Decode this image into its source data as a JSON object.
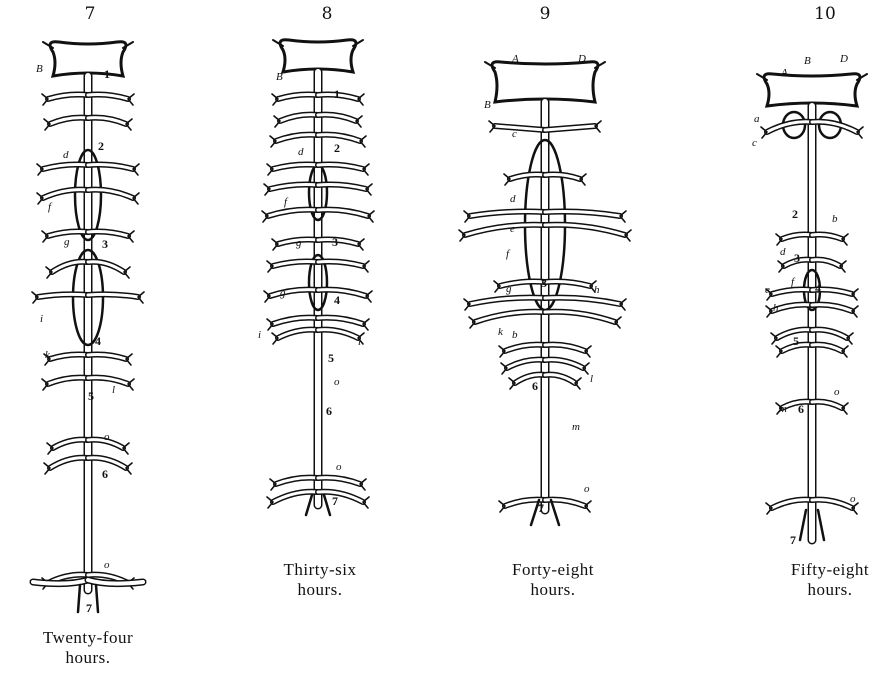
{
  "figures": [
    {
      "number": "7",
      "caption": [
        "Twenty-four",
        "hours."
      ],
      "labels": [
        "B",
        "1",
        "d",
        "2",
        "f",
        "g",
        "3",
        "i",
        "k",
        "4",
        "l",
        "5",
        "o",
        "6",
        "o",
        "7"
      ]
    },
    {
      "number": "8",
      "caption": [
        "Thirty-six",
        "hours."
      ],
      "labels": [
        "B",
        "1",
        "d",
        "2",
        "f",
        "g",
        "3",
        "g",
        "4",
        "i",
        "5",
        "l",
        "o",
        "6",
        "o",
        "7"
      ]
    },
    {
      "number": "9",
      "caption": [
        "Forty-eight",
        "hours."
      ],
      "labels": [
        "A",
        "D",
        "B",
        "c",
        "d",
        "e",
        "f",
        "g",
        "3",
        "h",
        "k",
        "b",
        "l",
        "6",
        "m",
        "o",
        "7"
      ]
    },
    {
      "number": "10",
      "caption": [
        "Fifty-eight",
        "hours."
      ],
      "labels": [
        "A",
        "B",
        "D",
        "a",
        "c",
        "2",
        "b",
        "d",
        "3",
        "f",
        "4",
        "e",
        "h",
        "5",
        "o",
        "m",
        "6",
        "o",
        "7"
      ]
    }
  ]
}
